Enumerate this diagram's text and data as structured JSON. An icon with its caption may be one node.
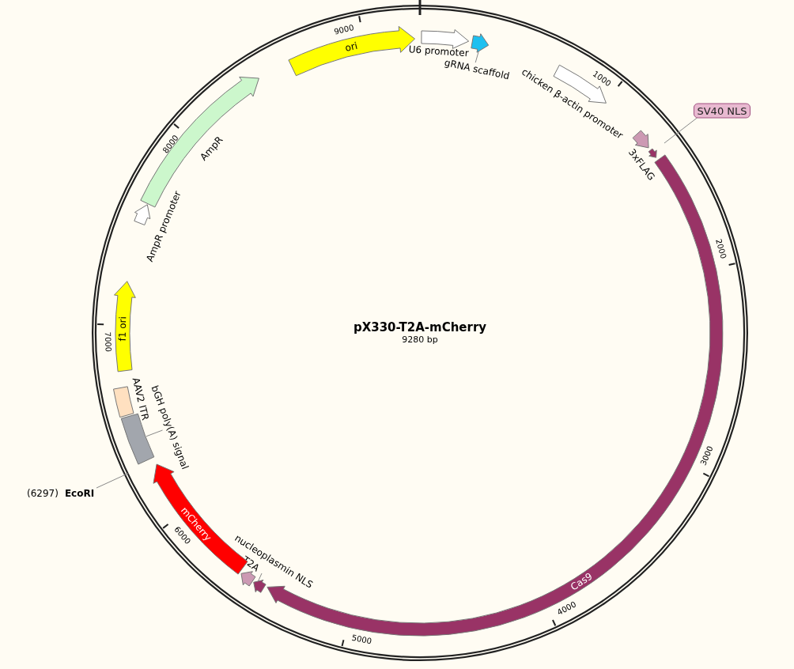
{
  "diagram": {
    "title": "pX330-T2A-mCherry",
    "nodes": [
      {
        "text": [
          "ori"
        ]
      },
      {
        "text": [
          "U6 promoter"
        ]
      },
      {
        "text": [
          "gRNA scaffold"
        ]
      },
      {
        "text": [],
        "shape": "arrow"
      },
      {
        "text": [
          "chicken β-actin promoter"
        ]
      },
      {
        "text": [
          "3xFLAG"
        ]
      },
      {
        "text": [
          "SV40 NLS"
        ]
      },
      {
        "text": [],
        "shape": "arrow"
      },
      {
        "text": [
          "Cas9"
        ]
      },
      {
        "text": [
          "nucleoplasmin NLS"
        ]
      },
      {
        "text": [],
        "shape": "arrow"
      },
      {
        "text": [
          "T2A"
        ]
      },
      {
        "text": [
          "mCherry"
        ]
      },
      {
        "text": [
          "bGH poly(A) signal"
        ]
      },
      {
        "text": [],
        "shape": "bar"
      },
      {
        "text": [
          "AAV2 ITR"
        ]
      },
      {
        "text": [
          "f1 ori"
        ]
      },
      {
        "text": [
          "AmpR promoter"
        ]
      },
      {
        "text": [
          "AmpR"
        ]
      },
      {
        "text": [
          "(6297)",
          "EcoRI"
        ]
      }
    ],
    "edges": [
      {
        "from": 2,
        "to": 3,
        "arrow": "none"
      },
      {
        "from": 6,
        "to": 7,
        "arrow": "none"
      },
      {
        "from": 9,
        "to": 10,
        "arrow": "none"
      },
      {
        "from": 13,
        "to": 14,
        "arrow": "none"
      },
      {
        "from": 19,
        "to": null,
        "arrow": "none"
      }
    ],
    "labels": [
      "9280 bp",
      "1000",
      "2000",
      "3000",
      "4000",
      "5000",
      "6000",
      "7000",
      "8000",
      "9000"
    ]
  }
}
